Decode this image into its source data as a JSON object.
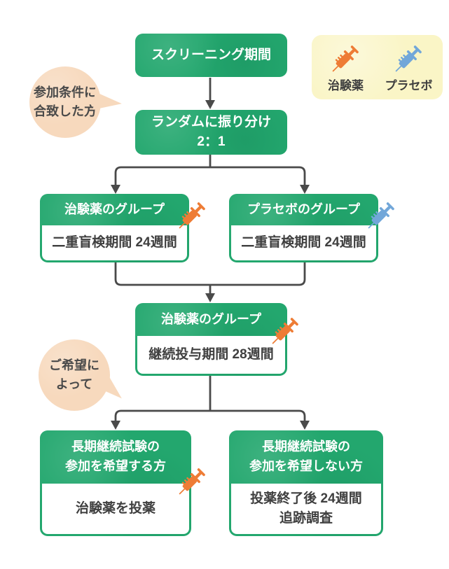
{
  "palette": {
    "green": "#23a76e",
    "green_border": "#15a366",
    "line": "#4a4a4a",
    "text_dark": "#3f3f3f",
    "legend_bg": "#faf5c6",
    "bubble_bg": "#f7d9bd",
    "orange": "#ee7c35",
    "blue": "#72a7d9"
  },
  "legend": {
    "items": [
      {
        "label": "治験薬",
        "icon": "syringe-orange-icon",
        "color": "#ee7c35"
      },
      {
        "label": "プラセボ",
        "icon": "syringe-blue-icon",
        "color": "#72a7d9"
      }
    ]
  },
  "bubbles": [
    {
      "lines": [
        "参加条件に",
        "合致した方"
      ]
    },
    {
      "lines": [
        "ご希望に",
        "よって"
      ]
    }
  ],
  "nodes": {
    "screening": {
      "label": "スクリーニング期間"
    },
    "random": {
      "lines": [
        "ランダムに振り分け",
        "2：1"
      ]
    },
    "drug_group_blind": {
      "header": "治験薬のグループ",
      "body": "二重盲検期間 24週間",
      "icon": "syringe-orange-icon"
    },
    "placebo_group_blind": {
      "header": "プラセボのグループ",
      "body": "二重盲検期間 24週間",
      "icon": "syringe-blue-icon"
    },
    "drug_group_cont": {
      "header": "治験薬のグループ",
      "body": "継続投与期間 28週間",
      "icon": "syringe-orange-icon"
    },
    "longterm_yes": {
      "header_lines": [
        "長期継続試験の",
        "参加を希望する方"
      ],
      "body": "治験薬を投薬",
      "icon": "syringe-orange-icon"
    },
    "longterm_no": {
      "header_lines": [
        "長期継続試験の",
        "参加を希望しない方"
      ],
      "body_lines": [
        "投薬終了後 24週間",
        "追跡調査"
      ]
    }
  }
}
